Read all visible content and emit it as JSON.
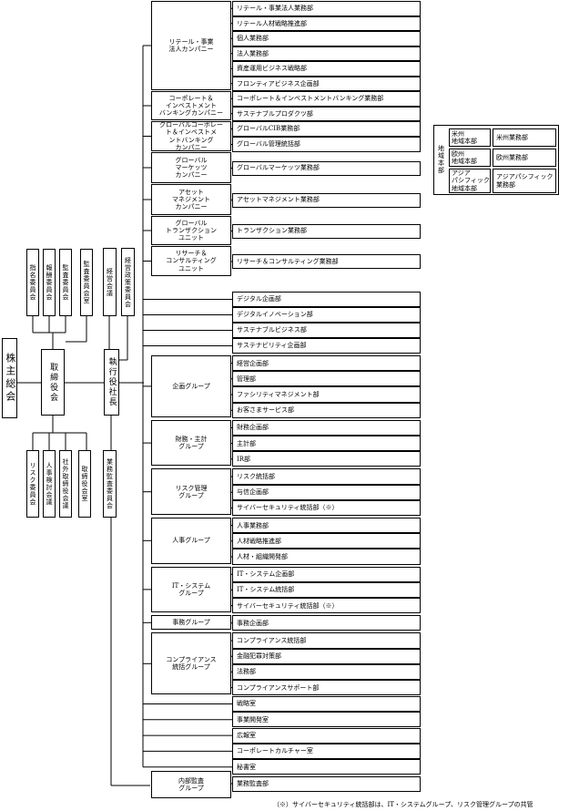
{
  "left": {
    "shareholders": "株主総会",
    "board": "取締役会",
    "top_committees": [
      "指名委員会",
      "報酬委員会",
      "監査委員会",
      "監査委員会室"
    ],
    "bottom_committees": [
      "リスク委員会",
      "人事検討会議",
      "社外取締役会議",
      "取締役会室"
    ],
    "president": "執行役社長",
    "management_meeting": "経営会議",
    "management_committee": "経営政策委員会",
    "audit_committee": "業務監査委員会"
  },
  "companies": [
    {
      "name": "リテール・事業\n法人カンパニー",
      "items": [
        "リテール・事業法人業務部",
        "リテール人材戦略推進部",
        "個人業務部",
        "法人業務部",
        "資産運用ビジネス戦略部",
        "フロンティアビジネス企画部"
      ]
    },
    {
      "name": "コーポレート＆\nインベストメント\nバンキングカンパニー",
      "items": [
        "コーポレート＆インベストメントバンキング業務部",
        "サステナブルプロダクツ部"
      ]
    },
    {
      "name": "グローバルコーポレー\nト＆インベストメ\nントバンキング\nカンパニー",
      "items": [
        "グローバルCIB業務部",
        "グローバル管理統括部"
      ]
    },
    {
      "name": "グローバル\nマーケッツ\nカンパニー",
      "items": [
        "グローバルマーケッツ業務部"
      ]
    },
    {
      "name": "アセット\nマネジメント\nカンパニー",
      "items": [
        "アセットマネジメント業務部"
      ]
    },
    {
      "name": "グローバル\nトランザクション\nユニット",
      "items": [
        "トランザクション業務部"
      ]
    },
    {
      "name": "リサーチ＆\nコンサルティング\nユニット",
      "items": [
        "リサーチ＆コンサルティング業務部"
      ]
    }
  ],
  "direct_depts_1": [
    "デジタル企画部",
    "デジタルイノベーション部",
    "サステナブルビジネス部",
    "サステナビリティ企画部"
  ],
  "groups": [
    {
      "name": "企画グループ",
      "items": [
        "経営企画部",
        "管理部",
        "ファシリティマネジメント部",
        "お客さまサービス部"
      ]
    },
    {
      "name": "財務・主計\nグループ",
      "items": [
        "財務企画部",
        "主計部",
        "IR部"
      ]
    },
    {
      "name": "リスク管理\nグループ",
      "items": [
        "リスク統括部",
        "与信企画部",
        "サイバーセキュリティ統括部（※）"
      ]
    },
    {
      "name": "人事グループ",
      "items": [
        "人事業務部",
        "人材戦略推進部",
        "人材・組織開発部"
      ]
    },
    {
      "name": "IT・システム\nグループ",
      "items": [
        "IT・システム企画部",
        "IT・システム統括部",
        "サイバーセキュリティ統括部（※）"
      ]
    },
    {
      "name": "事務グループ",
      "items": [
        "事務企画部"
      ]
    },
    {
      "name": "コンプライアンス\n統括グループ",
      "items": [
        "コンプライアンス統括部",
        "金融犯罪対策部",
        "法務部",
        "コンプライアンスサポート部"
      ]
    }
  ],
  "direct_depts_2": [
    "戦略室",
    "事業開発室",
    "広報室",
    "コーポレートカルチャー室",
    "秘書室"
  ],
  "internal_audit": {
    "name": "内部監査\nグループ",
    "items": [
      "業務監査部"
    ]
  },
  "regional": {
    "label": "地域本部",
    "rows": [
      {
        "name": "米州\n地域本部",
        "dept": "米州業務部"
      },
      {
        "name": "欧州\n地域本部",
        "dept": "欧州業務部"
      },
      {
        "name": "アジア\nパシフィック\n地域本部",
        "dept": "アジアパシフィック\n業務部"
      }
    ]
  },
  "footnote": "（※）サイバーセキュリティ統括部は、IT・システムグループ、リスク管理グループの共管"
}
